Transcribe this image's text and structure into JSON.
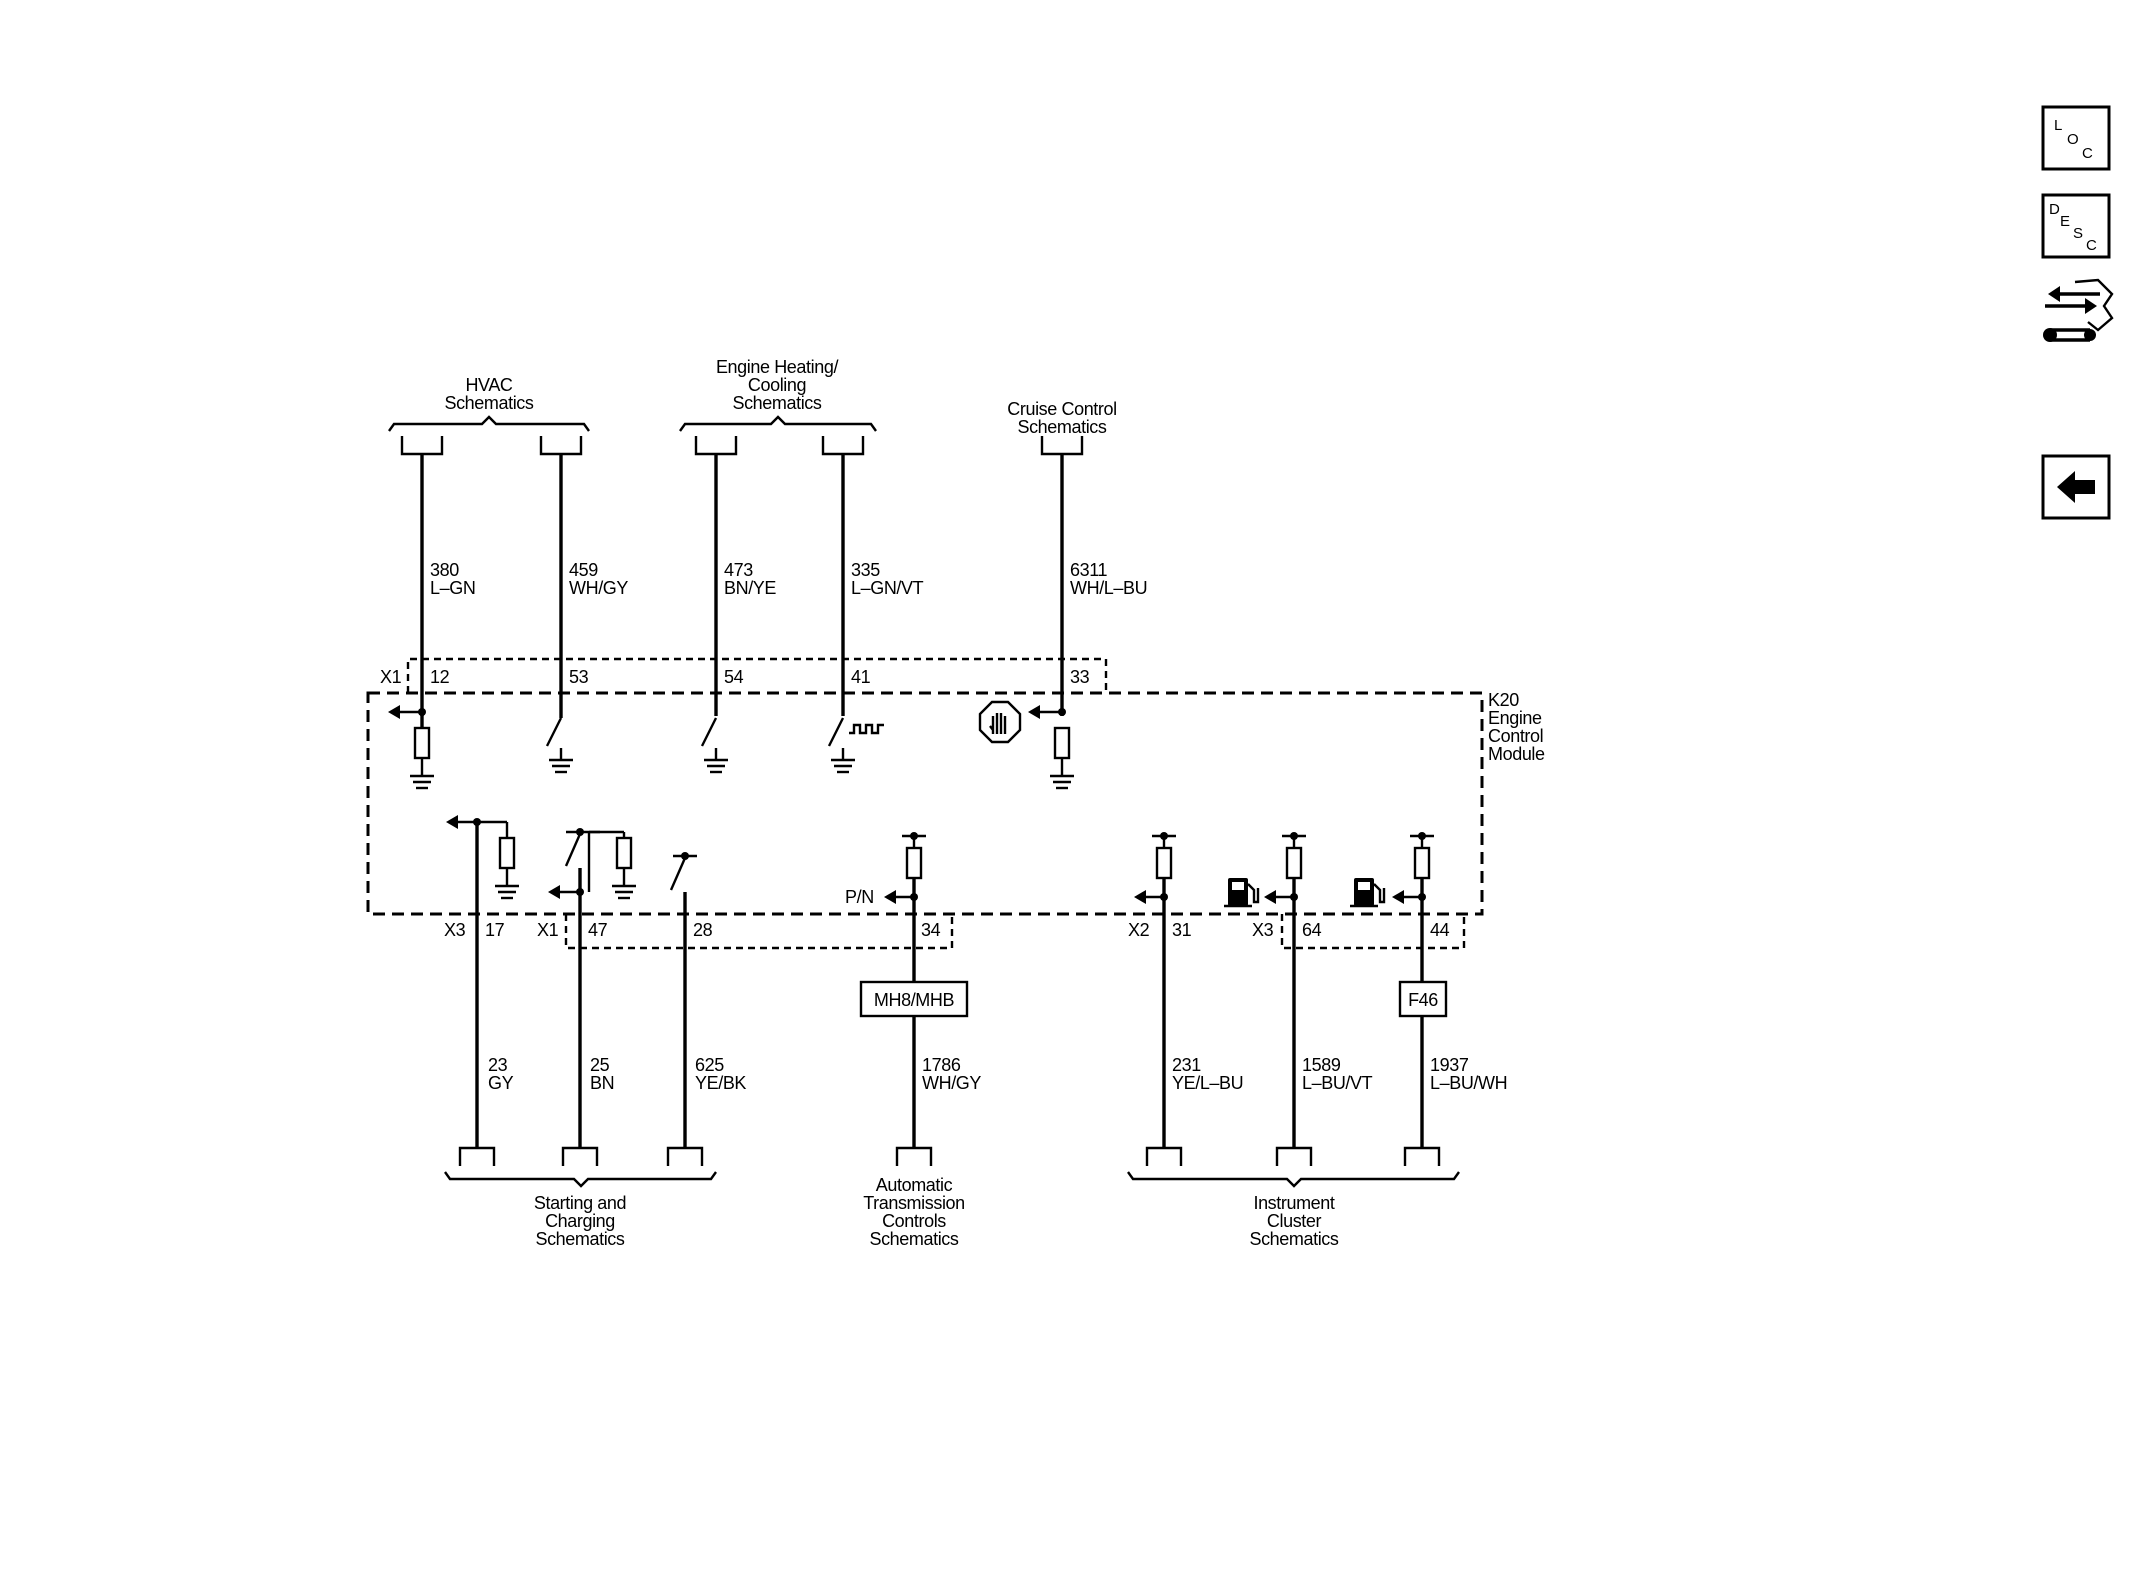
{
  "destinations": {
    "hvac": "HVAC\nSchematics",
    "engine_heating": "Engine Heating/\nCooling\nSchematics",
    "cruise": "Cruise Control\nSchematics",
    "starting": "Starting and\nCharging\nSchematics",
    "transmission": "Automatic\nTransmission\nControls\nSchematics",
    "cluster": "Instrument\nCluster\nSchematics"
  },
  "module": {
    "label": "K20\nEngine\nControl\nModule"
  },
  "connectors": {
    "top": "X1",
    "bottom_left_x3": "X3",
    "bottom_left_x1": "X1",
    "bottom_right_x2": "X2",
    "bottom_right_x3": "X3"
  },
  "wires": [
    {
      "pin": "12",
      "circuit": "380",
      "color": "L–GN"
    },
    {
      "pin": "53",
      "circuit": "459",
      "color": "WH/GY"
    },
    {
      "pin": "54",
      "circuit": "473",
      "color": "BN/YE"
    },
    {
      "pin": "41",
      "circuit": "335",
      "color": "L–GN/VT"
    },
    {
      "pin": "33",
      "circuit": "6311",
      "color": "WH/L–BU"
    },
    {
      "pin": "17",
      "circuit": "23",
      "color": "GY"
    },
    {
      "pin": "47",
      "circuit": "25",
      "color": "BN"
    },
    {
      "pin": "28",
      "circuit": "625",
      "color": "YE/BK"
    },
    {
      "pin": "34",
      "circuit": "1786",
      "color": "WH/GY"
    },
    {
      "pin": "31",
      "circuit": "231",
      "color": "YE/L–BU"
    },
    {
      "pin": "64",
      "circuit": "1589",
      "color": "L–BU/VT"
    },
    {
      "pin": "44",
      "circuit": "1937",
      "color": "L–BU/WH"
    }
  ],
  "signals": {
    "pn": "P/N"
  },
  "splices": {
    "transmission": "MH8/MHB",
    "cluster": "F46"
  },
  "nav": {
    "loc": [
      "L",
      "O",
      "C"
    ],
    "desc": [
      "D",
      "E",
      "S",
      "C"
    ],
    "icons": [
      "connector-service-icon",
      "back-arrow-icon"
    ]
  }
}
